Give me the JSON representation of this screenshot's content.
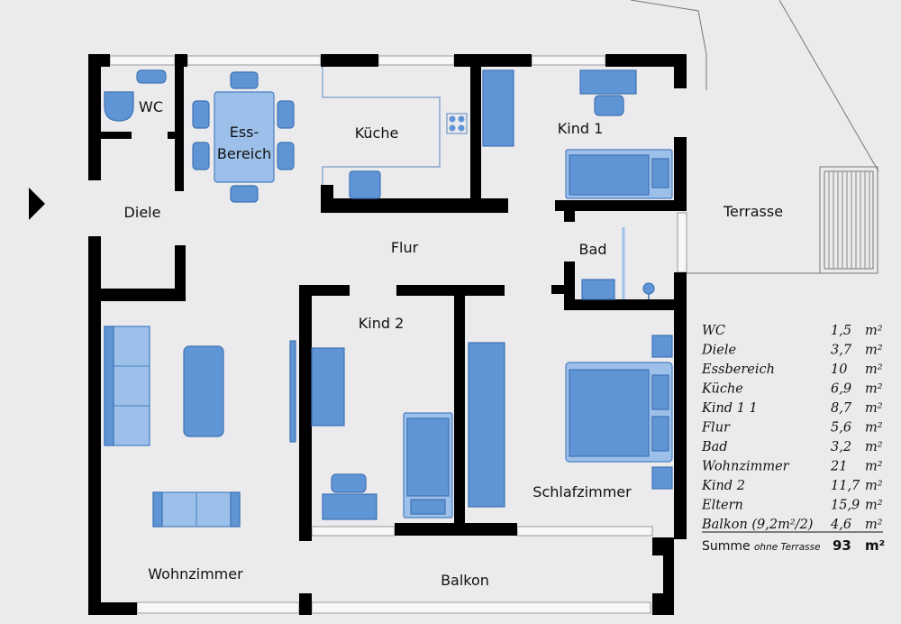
{
  "rooms": {
    "wc": "WC",
    "ess_line1": "Ess-",
    "ess_line2": "Bereich",
    "kueche": "Küche",
    "kind1": "Kind 1",
    "diele": "Diele",
    "terrasse": "Terrasse",
    "flur": "Flur",
    "bad": "Bad",
    "kind2": "Kind 2",
    "schlafzimmer": "Schlafzimmer",
    "wohnzimmer": "Wohnzimmer",
    "balkon": "Balkon"
  },
  "areas": {
    "unit": "m²",
    "rows": [
      {
        "name": "WC",
        "value": "1,5"
      },
      {
        "name": "Diele",
        "value": "3,7"
      },
      {
        "name": "Essbereich",
        "value": "10"
      },
      {
        "name": "Küche",
        "value": "6,9"
      },
      {
        "name": "Kind 1 1",
        "value": "8,7"
      },
      {
        "name": "Flur",
        "value": "5,6"
      },
      {
        "name": "Bad",
        "value": "3,2"
      },
      {
        "name": "Wohnzimmer",
        "value": "21"
      },
      {
        "name": "Kind 2",
        "value": "11,7"
      },
      {
        "name": "Eltern",
        "value": "15,9"
      },
      {
        "name": "Balkon (9,2m²/2)",
        "value": "4,6"
      }
    ],
    "sum_label": "Summe",
    "sum_note": "ohne Terrasse",
    "sum_value": "93",
    "sum_unit": "m²"
  }
}
